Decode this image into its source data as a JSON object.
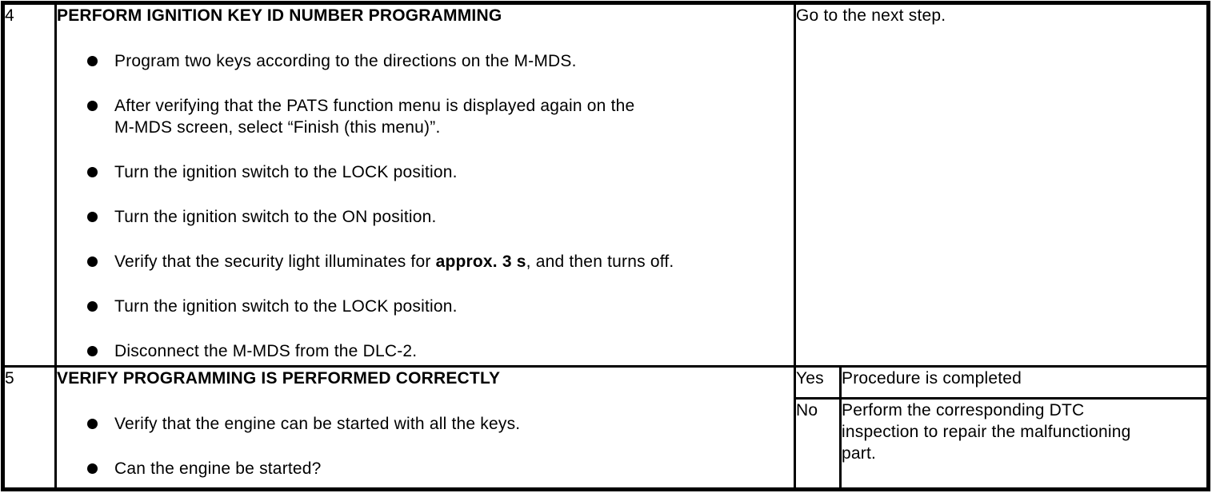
{
  "table": {
    "rows": [
      {
        "step": "4",
        "title": "PERFORM IGNITION KEY ID NUMBER PROGRAMMING",
        "bullets": [
          {
            "text": "Program two keys according to the directions on the M-MDS."
          },
          {
            "lines": [
              "After verifying that the PATS function menu is displayed again on the",
              "M-MDS screen, select “Finish (this menu)”."
            ]
          },
          {
            "text": "Turn the ignition switch to the LOCK position."
          },
          {
            "text": "Turn the ignition switch to the ON position."
          },
          {
            "pre": "Verify that the security light illuminates for ",
            "bold": "approx. 3 s",
            "post": ", and then turns off."
          },
          {
            "text": "Turn the ignition switch to the LOCK position."
          },
          {
            "text": "Disconnect the M-MDS from the DLC-2."
          }
        ],
        "action": "Go to the next step."
      },
      {
        "step": "5",
        "title": "VERIFY PROGRAMMING IS PERFORMED CORRECTLY",
        "bullets": [
          {
            "text": "Verify that the engine can be started with all the keys."
          },
          {
            "text": "Can the engine be started?"
          }
        ],
        "branches": [
          {
            "label": "Yes",
            "action": "Procedure is completed"
          },
          {
            "label": "No",
            "action_lines": [
              "Perform the corresponding DTC",
              "inspection to repair the malfunctioning",
              "part."
            ]
          }
        ]
      }
    ]
  }
}
